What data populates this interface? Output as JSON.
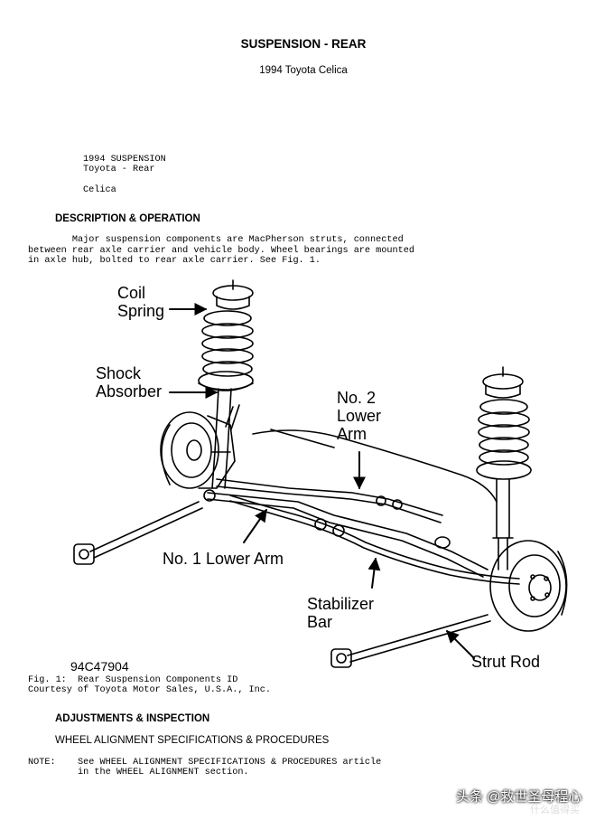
{
  "header": {
    "title": "SUSPENSION - REAR",
    "subtitle": "1994 Toyota Celica"
  },
  "intro": {
    "line1": "1994 SUSPENSION",
    "line2": "Toyota - Rear",
    "line3": "Celica"
  },
  "description": {
    "heading": "DESCRIPTION & OPERATION",
    "lines": [
      "        Major suspension components are MacPherson struts, connected",
      "between rear axle carrier and vehicle body. Wheel bearings are mounted",
      "in axle hub, bolted to rear axle carrier. See Fig. 1."
    ]
  },
  "figure": {
    "labels": {
      "coil_spring_1": "Coil",
      "coil_spring_2": "Spring",
      "shock_1": "Shock",
      "shock_2": "Absorber",
      "no2_1": "No. 2",
      "no2_2": "Lower",
      "no2_3": "Arm",
      "no1": "No. 1 Lower Arm",
      "stab_1": "Stabilizer",
      "stab_2": "Bar",
      "strut_rod": "Strut Rod",
      "code": "94C47904"
    },
    "caption_line1": "Fig. 1:  Rear Suspension Components ID",
    "caption_line2": "Courtesy of Toyota Motor Sales, U.S.A., Inc."
  },
  "adjustments": {
    "heading": "ADJUSTMENTS & INSPECTION",
    "subheading": "WHEEL ALIGNMENT SPECIFICATIONS & PROCEDURES",
    "note_line1": "NOTE:    See WHEEL ALIGNMENT SPECIFICATIONS & PROCEDURES article",
    "note_line2": "         in the WHEEL ALIGNMENT section."
  },
  "watermark": {
    "text": "头条 @救世圣母程心",
    "sub": "什么值得买"
  }
}
